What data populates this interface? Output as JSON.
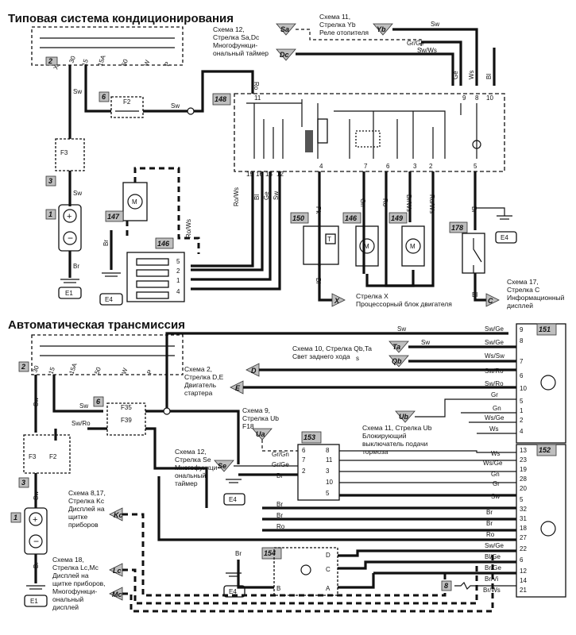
{
  "titles": {
    "top": "Типовая система кондиционирования",
    "bottom": "Автоматическая трансмиссия"
  },
  "components": {
    "c2": "2",
    "c3": "3",
    "c6": "6",
    "c1": "1",
    "c148": "148",
    "c147": "147",
    "c146": "146",
    "c150": "150",
    "c149": "149",
    "c178": "178",
    "c151": "151",
    "c153": "153",
    "c152": "152",
    "c154": "154",
    "c8": "8",
    "F2": "F2",
    "F3": "F3",
    "F35": "F35",
    "F39": "F39",
    "E1": "E1",
    "E4": "E4",
    "M": "M",
    "T": "T"
  },
  "connectors": {
    "Sa": "Sa",
    "Dc": "Dc",
    "Yb": "Yb",
    "X": "X",
    "C": "C",
    "Ta": "Ta",
    "Qb": "Qb",
    "D": "D",
    "E": "E",
    "Ub": "Ub",
    "Ua": "Ua",
    "Se": "Se",
    "Kc": "Kc",
    "Lc": "Lc",
    "Mc": "Mc"
  },
  "fuse_pins": {
    "p30": "30",
    "p15": "15",
    "p15A": "15A",
    "p50": "50",
    "pW": "W",
    "pP": "P",
    "pX": "X"
  },
  "notes": {
    "schema12_top": "Схема 12,\nСтрелка Sa,Dc\nМногофункци-\nональный таймер",
    "schema11_top": "Схема 11,\nСтрелка Yb\nРеле отопителя",
    "arrowX": "Стрелка X\nПроцессорный блок двигателя",
    "schema17": "Схема 17,\nСтрелка C\nИнформационный\nдисплей",
    "schema10": "Схема 10, Стрелка Qb,Ta\nСвет заднего хода",
    "schema2": "Схема 2,\nСтрелка D,E\nДвигатель\nстартера",
    "schema9": "Схема 9,\nСтрелка Ub\nF18",
    "schema11_bot": "Схема 11, Стрелка Ub\nБлокирующий\nвыключатель подачи\nтормоза",
    "schema12_bot": "Схема 12,\nСтрелка Se\nМногофункци-\nональный\nтаймер",
    "schema8": "Схема 8,17,\nСтрелка Kc\nДисплей на\nщитке\nприборов",
    "schema18": "Схема 18,\nСтрелка Lc,Mc\nДисплей на\nщитке приборов,\nМногофункци-\nональный\nдисплей"
  },
  "wire_labels": {
    "Sw": "Sw",
    "GrGe": "Gr/Ge",
    "SwWs": "Sw/Ws",
    "Ro": "Ro",
    "RoWs": "Ro/Ws",
    "Bl": "Bl",
    "Ge": "Ge",
    "Pk": "Pk",
    "Gn": "Gn",
    "BrWs": "Br/Ws",
    "Br": "Br",
    "Ws": "Ws",
    "SwGe": "Sw/Ge",
    "WsSw": "Ws/Sw",
    "SwRo": "Sw/Ro",
    "Gr": "Gr",
    "WsGe": "Ws/Ge",
    "GrGn": "Gr/Gn",
    "BlGe": "Bl/Ge",
    "BrGe": "Br/Ge",
    "BrVi": "Br/Vi"
  },
  "pins": {
    "n11": "11",
    "n15": "15",
    "n16": "16",
    "n13": "13",
    "n12": "12",
    "n4": "4",
    "n7": "7",
    "n6": "6",
    "n3": "3",
    "n2": "2",
    "n5": "5",
    "n1": "1",
    "n8": "8",
    "n9": "9",
    "n10": "10",
    "n23": "23",
    "n19": "19",
    "n28": "28",
    "n20": "20",
    "n32": "32",
    "n31": "31",
    "n18": "18",
    "n27": "27",
    "n22": "22",
    "n21": "21",
    "nA": "A",
    "nB": "B",
    "nC": "C",
    "nD": "D",
    "n14": "14"
  },
  "q_label": "s"
}
